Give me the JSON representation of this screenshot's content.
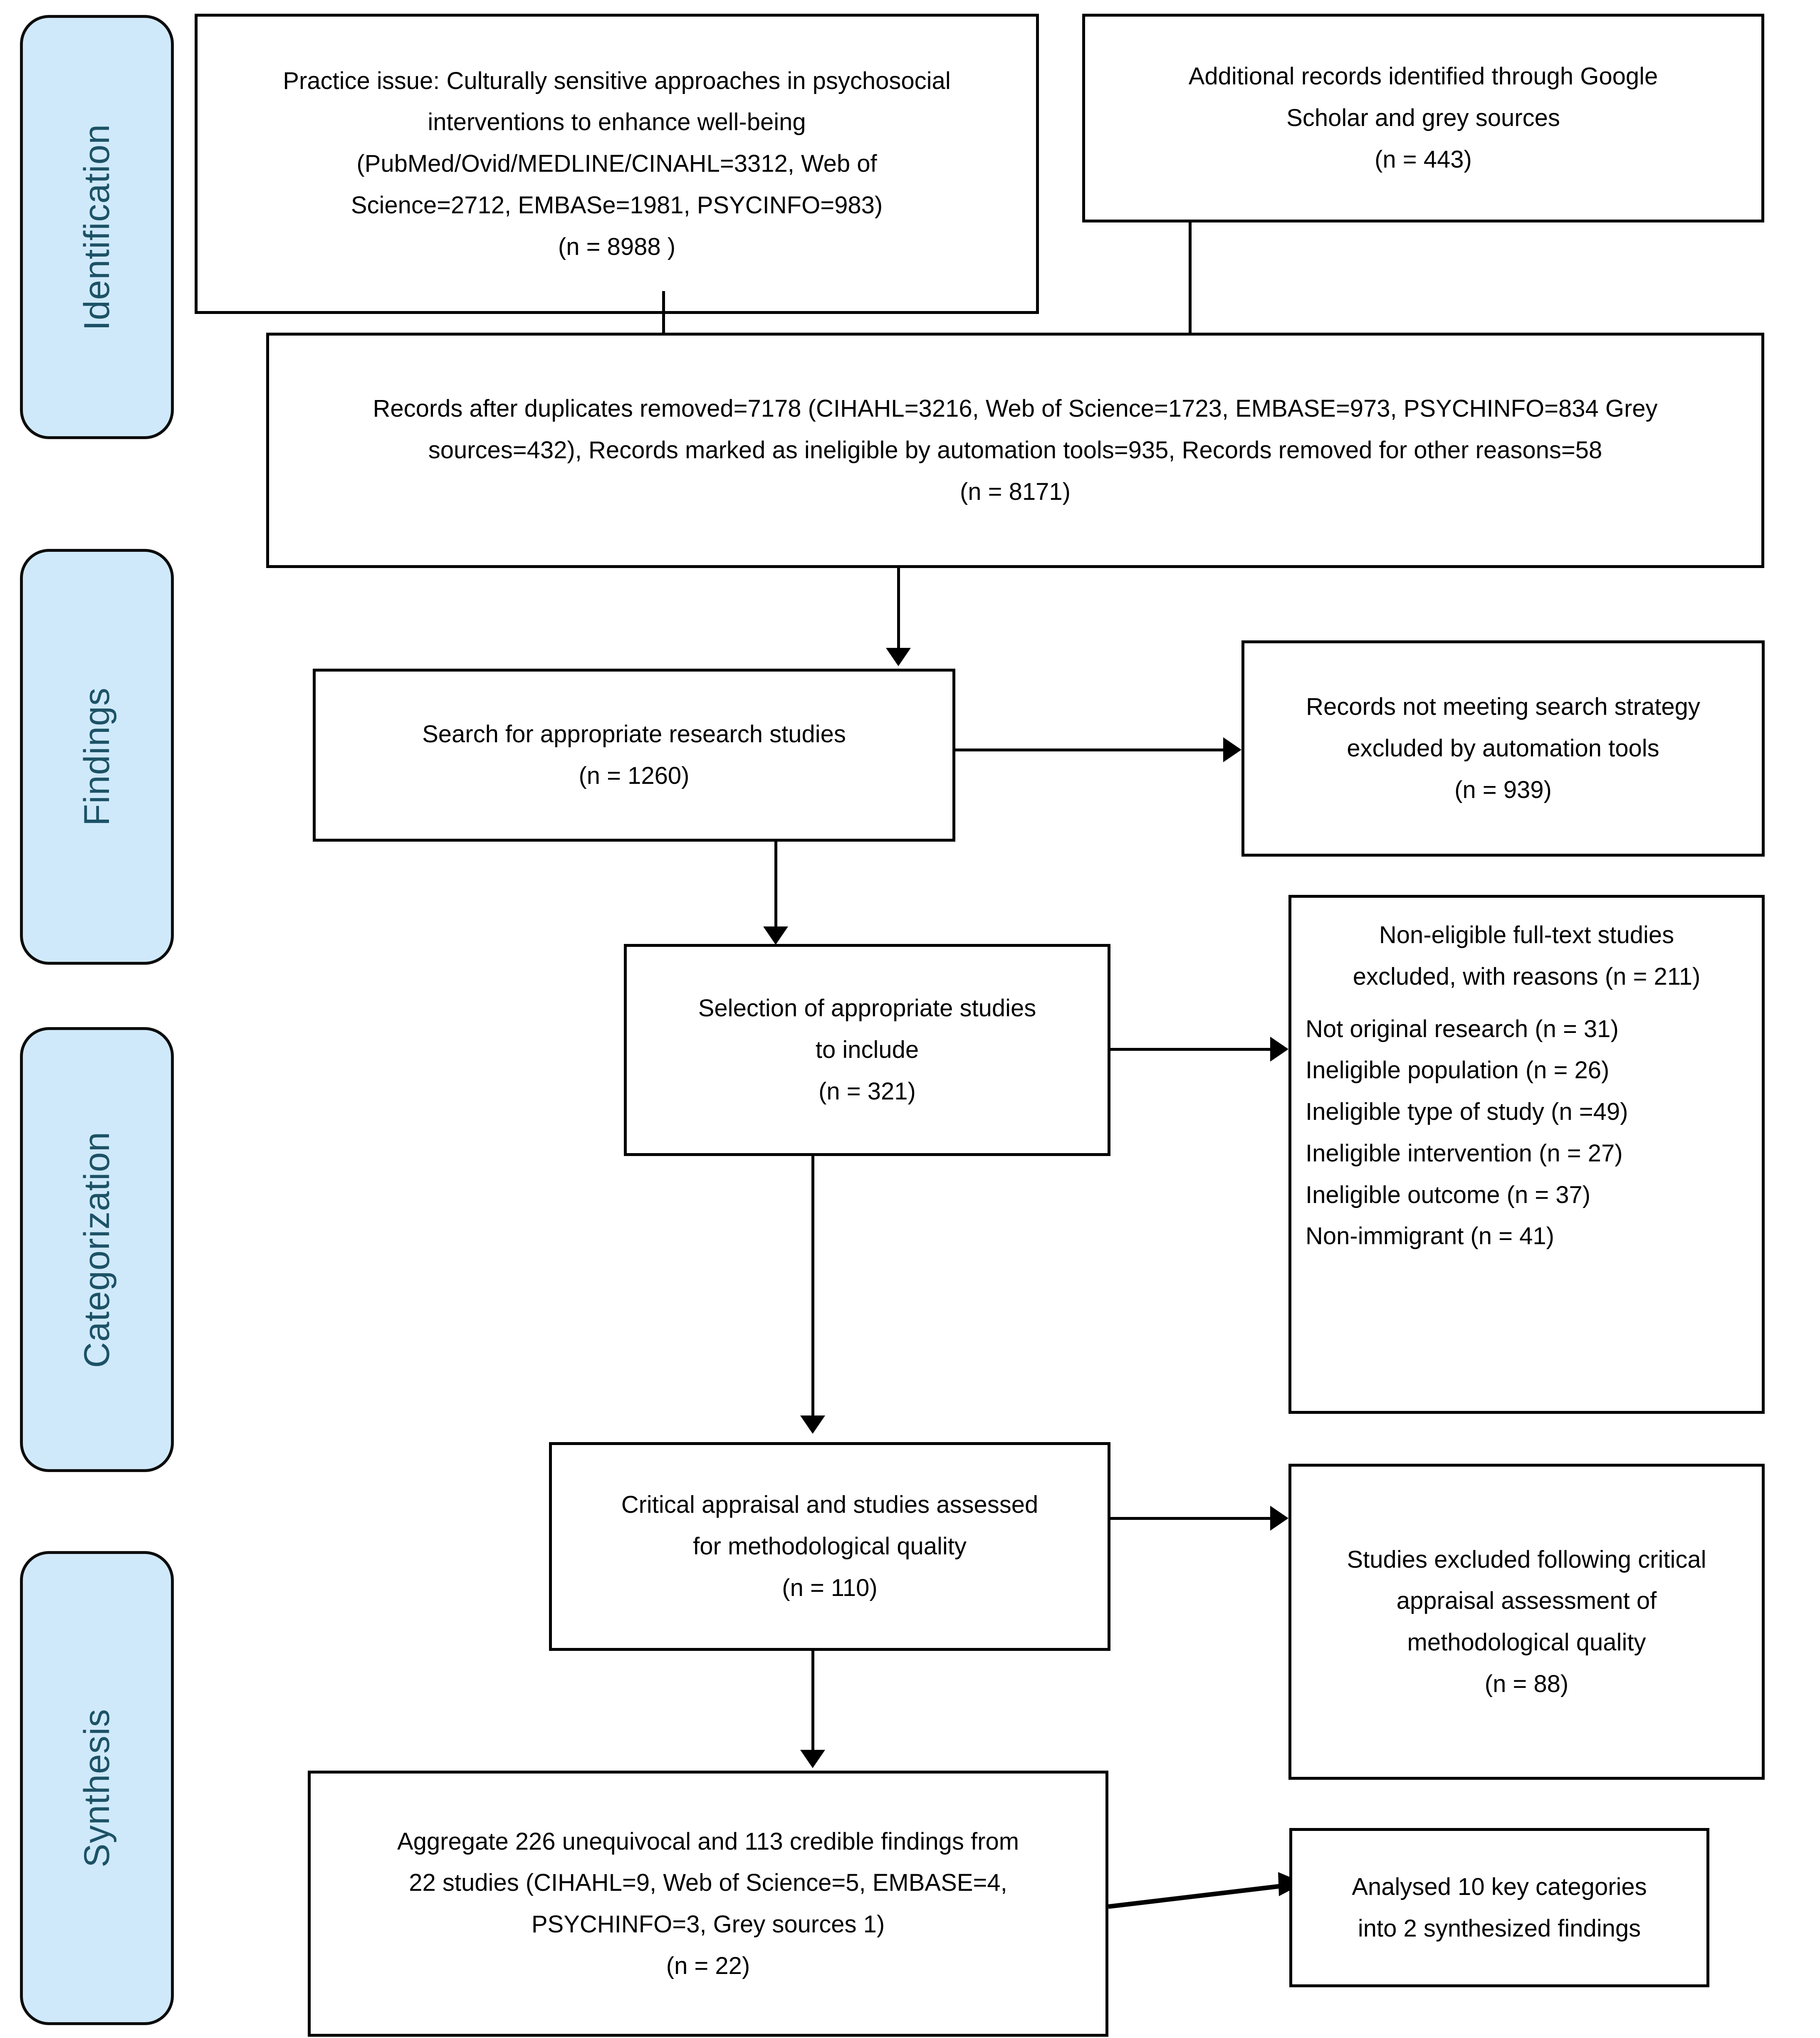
{
  "diagram": {
    "title": "PRISMA flow diagram",
    "accent_color": "#cfe9fb",
    "label_color": "#1d5266",
    "line_color": "#000000"
  },
  "stages": [
    {
      "label": "Identification"
    },
    {
      "label": "Findings"
    },
    {
      "label": "Categorization"
    },
    {
      "label": "Synthesis"
    }
  ],
  "nodes": {
    "practice_issue": {
      "lines": [
        "Practice issue: Culturally sensitive approaches in psychosocial",
        "interventions to enhance well-being",
        "(PubMed/Ovid/MEDLINE/CINAHL=3312, Web of",
        "Science=2712, EMBASe=1981, PSYCINFO=983)",
        "(n =  8988 )"
      ]
    },
    "additional_records": {
      "lines": [
        "Additional records identified through Google",
        "Scholar and grey sources",
        "(n = 443)"
      ]
    },
    "duplicates_removed": {
      "lines": [
        "Records after duplicates removed=7178 (CIHAHL=3216, Web of Science=1723, EMBASE=973, PSYCHINFO=834 Grey",
        "sources=432), Records marked as ineligible by automation tools=935, Records removed for other reasons=58",
        "(n = 8171)"
      ]
    },
    "search_studies": {
      "lines": [
        "Search for appropriate research studies",
        "(n = 1260)"
      ]
    },
    "records_not_meeting": {
      "lines": [
        "Records not meeting search strategy",
        "excluded by automation tools",
        "(n = 939)"
      ]
    },
    "selection_studies": {
      "lines": [
        "Selection of appropriate studies",
        "to include",
        "(n = 321)"
      ]
    },
    "non_eligible": {
      "head": [
        "Non-eligible full-text studies",
        "excluded, with reasons (n = 211)"
      ],
      "reasons": [
        "Not original research (n = 31)",
        "Ineligible population (n = 26)",
        "Ineligible type of study (n =49)",
        "Ineligible intervention (n = 27)",
        "Ineligible outcome (n = 37)",
        "Non-immigrant (n = 41)"
      ]
    },
    "critical_appraisal": {
      "lines": [
        "Critical appraisal and studies assessed",
        "for methodological quality",
        "(n = 110)"
      ]
    },
    "studies_excluded_appraisal": {
      "lines": [
        "Studies excluded following critical",
        "appraisal assessment of",
        "methodological quality",
        "(n =  88)"
      ]
    },
    "aggregate_findings": {
      "lines": [
        "Aggregate 226 unequivocal and 113 credible findings from",
        "22 studies (CIHAHL=9, Web of Science=5, EMBASE=4,",
        "PSYCHINFO=3, Grey sources 1)",
        "(n = 22)"
      ]
    },
    "analysed_categories": {
      "lines": [
        "Analysed 10 key categories",
        "into 2 synthesized findings"
      ]
    }
  }
}
